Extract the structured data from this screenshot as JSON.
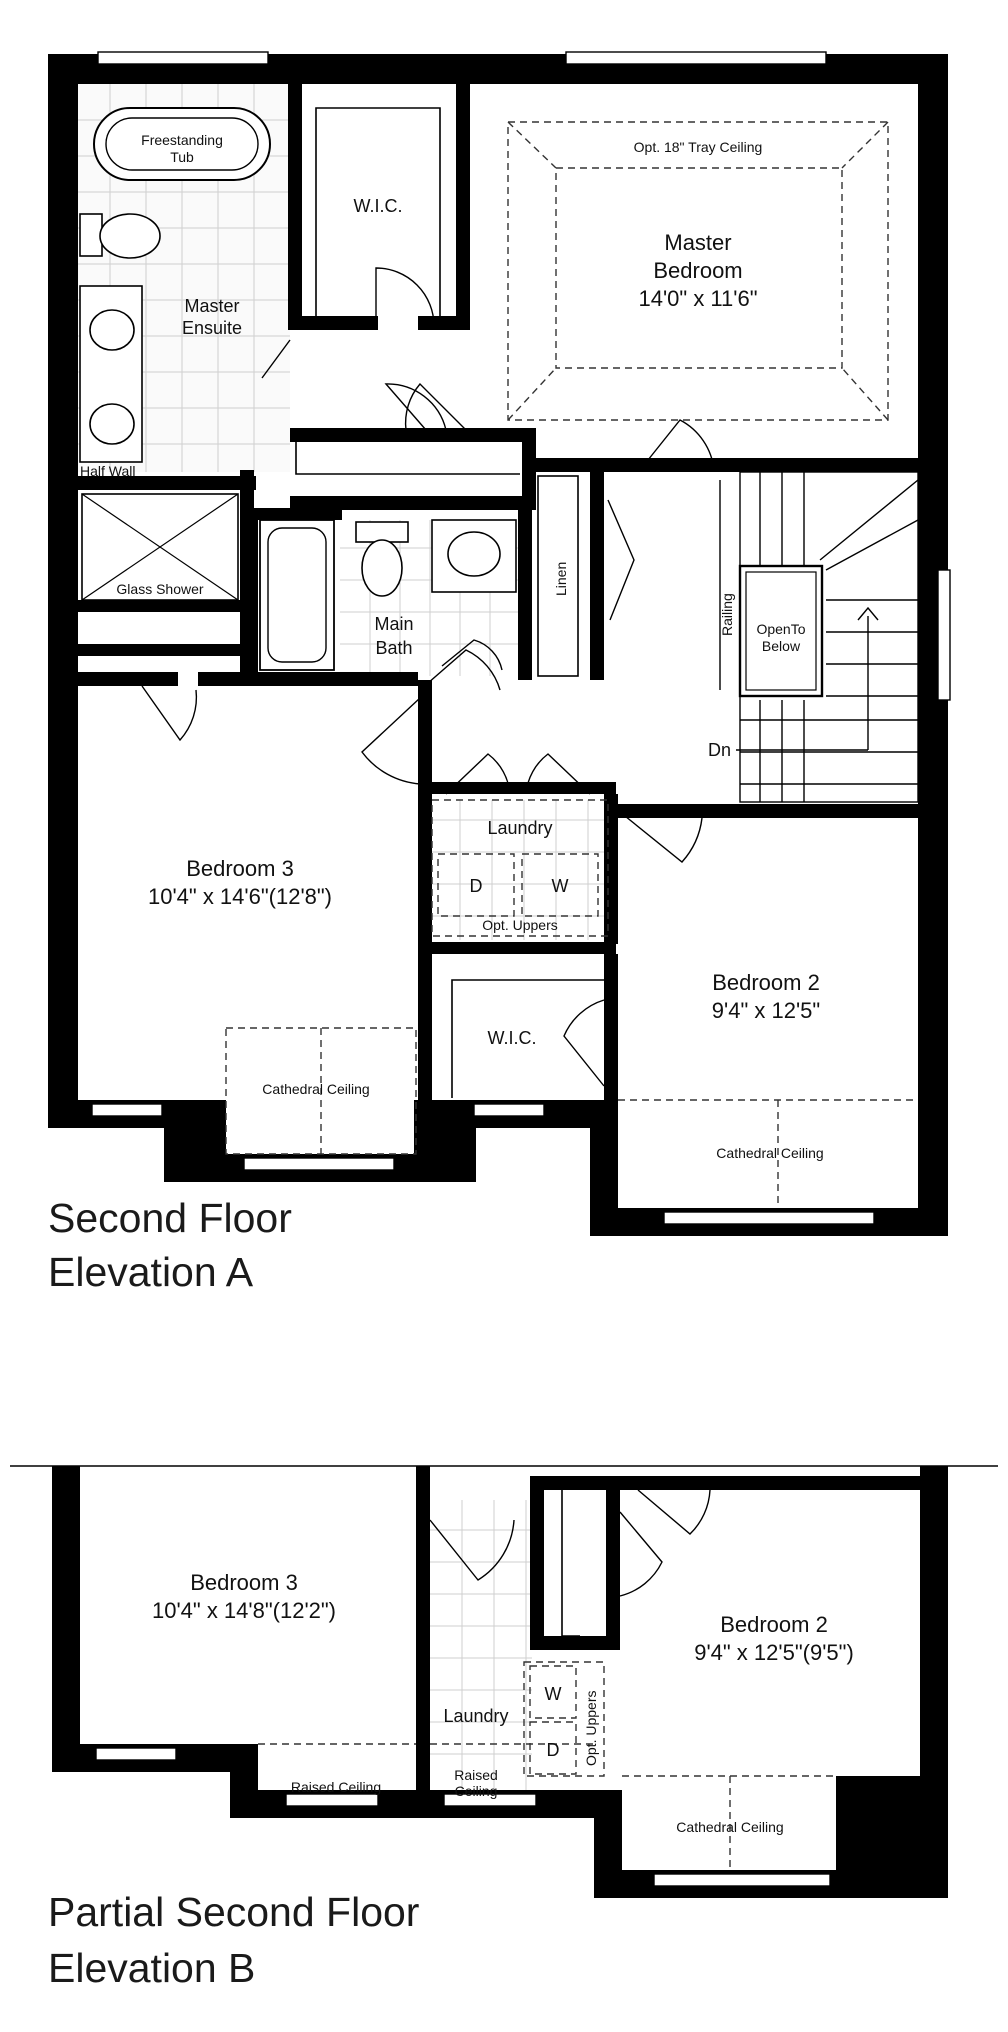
{
  "elevation_a": {
    "title_line1": "Second Floor",
    "title_line2": "Elevation A",
    "rooms": {
      "master_bedroom_name_1": "Master",
      "master_bedroom_name_2": "Bedroom",
      "master_bedroom_size": "14'0\" x 11'6\"",
      "tray_ceiling": "Opt. 18\" Tray Ceiling",
      "wic_master": "W.I.C.",
      "ensuite_1": "Master",
      "ensuite_2": "Ensuite",
      "tub_1": "Freestanding",
      "tub_2": "Tub",
      "half_wall": "Half Wall",
      "glass_shower": "Glass Shower",
      "main_bath_1": "Main",
      "main_bath_2": "Bath",
      "linen": "Linen",
      "railing": "Railing",
      "open_to_1": "OpenTo",
      "open_to_2": "Below",
      "dn": "Dn",
      "laundry": "Laundry",
      "dryer": "D",
      "washer": "W",
      "opt_uppers": "Opt. Uppers",
      "bedroom3_name": "Bedroom 3",
      "bedroom3_size": "10'4\" x 14'6\"(12'8\")",
      "cathedral_b3": "Cathedral Ceiling",
      "wic_b2": "W.I.C.",
      "bedroom2_name": "Bedroom 2",
      "bedroom2_size": "9'4\" x 12'5\"",
      "cathedral_b2": "Cathedral Ceiling"
    }
  },
  "elevation_b": {
    "title_line1": "Partial Second Floor",
    "title_line2": "Elevation B",
    "rooms": {
      "bedroom3_name": "Bedroom 3",
      "bedroom3_size": "10'4\" x 14'8\"(12'2\")",
      "raised_ceiling": "Raised Ceiling",
      "laundry": "Laundry",
      "raised_1": "Raised",
      "raised_2": "Ceiling",
      "washer": "W",
      "dryer": "D",
      "opt_uppers": "Opt. Uppers",
      "bedroom2_name": "Bedroom 2",
      "bedroom2_size": "9'4\" x 12'5\"(9'5\")",
      "cathedral_b2": "Cathedral Ceiling"
    }
  }
}
